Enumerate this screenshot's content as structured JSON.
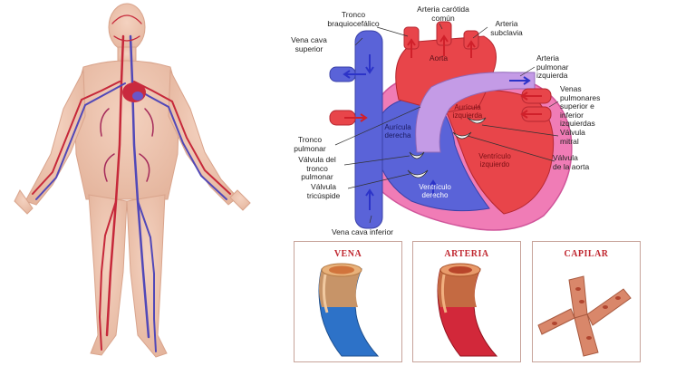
{
  "heart": {
    "labels": {
      "tronco_braquio": "Tronco\nbraquiocefálico",
      "arteria_carotida": "Arteria carótida\ncomún",
      "arteria_subclavia": "Arteria\nsubclavia",
      "vena_cava_superior": "Vena cava\nsuperior",
      "aorta": "Aorta",
      "arteria_pulmonar_izq": "Arteria\npulmonar\nizquierda",
      "venas_pulmonares": "Venas\npulmonares\nsuperior e\ninferior\nizquierdas",
      "auricula_izquierda": "Aurícula\nizquierda",
      "auricula_derecha": "Aurícula\nderecha",
      "tronco_pulmonar": "Tronco\npulmonar",
      "valvula_mitral": "Válvula\nmitral",
      "valvula_tronco_pulmonar": "Válvula del\ntronco\npulmonar",
      "ventriculo_izquierdo": "Ventrículo\nizquierdo",
      "valvula_aorta": "Válvula\nde la aorta",
      "valvula_tricuspide": "Válvula\ntricúspide",
      "ventriculo_derecho": "Ventrículo\nderecho",
      "vena_cava_inferior": "Vena cava inferior"
    }
  },
  "vessels": {
    "vena": "VENA",
    "arteria": "ARTERIA",
    "capilar": "CAPILAR"
  },
  "colors": {
    "venous_blue": "#5a63d8",
    "arterial_red": "#e8454a",
    "pericardium_pink": "#f07cb6",
    "pulmonary_violet": "#c49be6",
    "vessel_title": "#c0262f"
  }
}
